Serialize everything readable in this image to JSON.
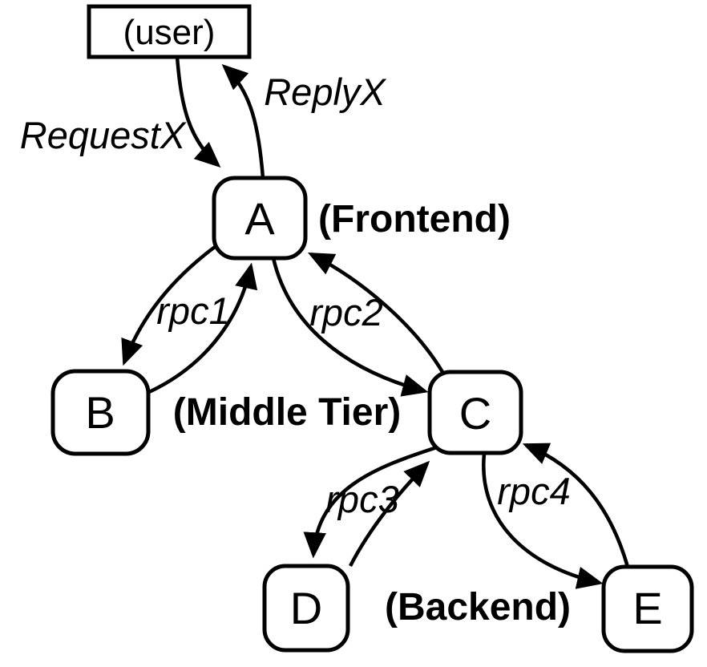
{
  "colors": {
    "ink": "#000000",
    "background": "#ffffff"
  },
  "nodes": {
    "user": {
      "label": "(user)"
    },
    "a": {
      "label": "A"
    },
    "b": {
      "label": "B"
    },
    "c": {
      "label": "C"
    },
    "d": {
      "label": "D"
    },
    "e": {
      "label": "E"
    }
  },
  "tiers": {
    "frontend": "(Frontend)",
    "middle": "(Middle Tier)",
    "backend": "(Backend)"
  },
  "edges": {
    "request": {
      "label": "RequestX",
      "from": "user",
      "to": "A"
    },
    "reply": {
      "label": "ReplyX",
      "from": "A",
      "to": "user"
    },
    "rpc1": {
      "label": "rpc1",
      "from": "A",
      "to": "B"
    },
    "rpc2": {
      "label": "rpc2",
      "from": "A",
      "to": "C"
    },
    "rpc3": {
      "label": "rpc3",
      "from": "C",
      "to": "D"
    },
    "rpc4": {
      "label": "rpc4",
      "from": "C",
      "to": "E"
    }
  }
}
